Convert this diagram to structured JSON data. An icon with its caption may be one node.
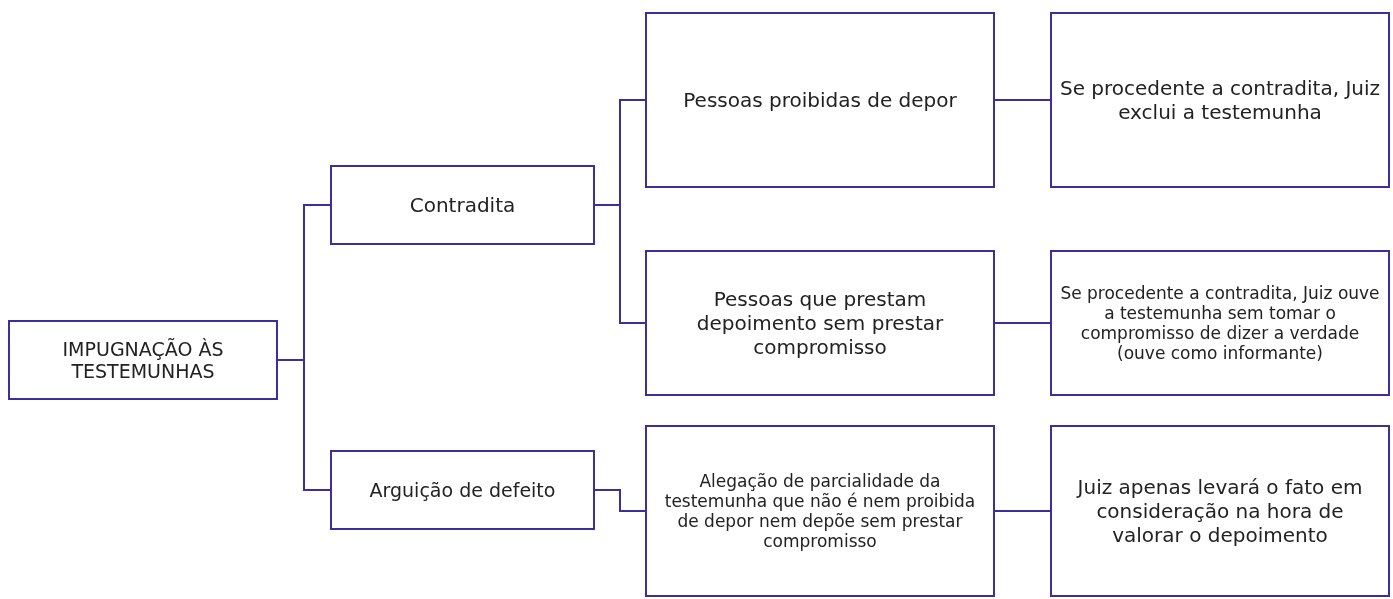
{
  "diagram": {
    "nodes": [
      {
        "text": [
          "IMPUGNAÇÃO ÀS TESTEMUNHAS"
        ]
      },
      {
        "text": [
          "Contradita"
        ]
      },
      {
        "text": [
          "Arguição de defeito"
        ]
      },
      {
        "text": [
          "Pessoas proibidas de depor"
        ]
      },
      {
        "text": [
          "Pessoas que prestam depoimento sem prestar compromisso"
        ]
      },
      {
        "text": [
          "Alegação de parcialidade da testemunha que não é nem proibida de depor nem depõe sem prestar compromisso"
        ]
      },
      {
        "text": [
          "Se procedente a contradita, Juiz exclui a testemunha"
        ]
      },
      {
        "text": [
          "Se procedente a contradita, Juiz ouve a testemunha sem tomar o compromisso de dizer a verdade (ouve como informante)"
        ]
      },
      {
        "text": [
          "Juiz apenas levará o fato em consideração na hora de valorar o depoimento"
        ]
      }
    ],
    "edges": [
      {
        "from": 0,
        "to": 1,
        "arrow": "none"
      },
      {
        "from": 0,
        "to": 2,
        "arrow": "none"
      },
      {
        "from": 1,
        "to": 3,
        "arrow": "none"
      },
      {
        "from": 1,
        "to": 4,
        "arrow": "none"
      },
      {
        "from": 2,
        "to": 5,
        "arrow": "none"
      },
      {
        "from": 3,
        "to": 6,
        "arrow": "none"
      },
      {
        "from": 4,
        "to": 7,
        "arrow": "none"
      },
      {
        "from": 5,
        "to": 8,
        "arrow": "none"
      }
    ]
  }
}
